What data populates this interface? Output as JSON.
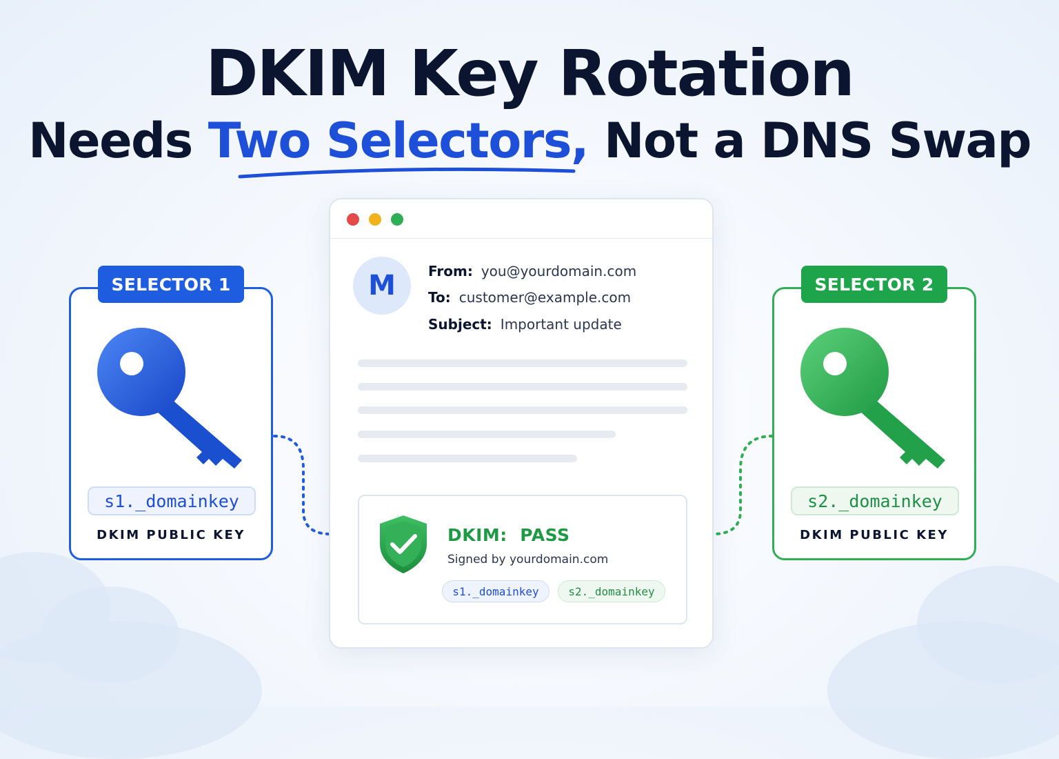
{
  "title": {
    "line1": "DKIM Key Rotation",
    "line2_pre": "Needs ",
    "line2_highlight": "Two Selectors,",
    "line2_post": " Not a DNS Swap"
  },
  "selector1": {
    "badge": "SELECTOR 1",
    "domainkey": "s1._domainkey",
    "caption": "DKIM PUBLIC KEY",
    "color": "#1e5ce0"
  },
  "selector2": {
    "badge": "SELECTOR 2",
    "domainkey": "s2._domainkey",
    "caption": "DKIM PUBLIC KEY",
    "color": "#2fae54"
  },
  "email": {
    "avatar_letter": "M",
    "from_label": "From:",
    "from_value": "you@yourdomain.com",
    "to_label": "To:",
    "to_value": "customer@example.com",
    "subject_label": "Subject:",
    "subject_value": "Important update"
  },
  "result": {
    "status": "DKIM:  PASS",
    "signed_by": "Signed by yourdomain.com",
    "tags": [
      "s1._domainkey",
      "s2._domainkey"
    ],
    "status_color": "#1f9a44"
  },
  "icons": [
    "key-icon",
    "shield-check-icon"
  ]
}
